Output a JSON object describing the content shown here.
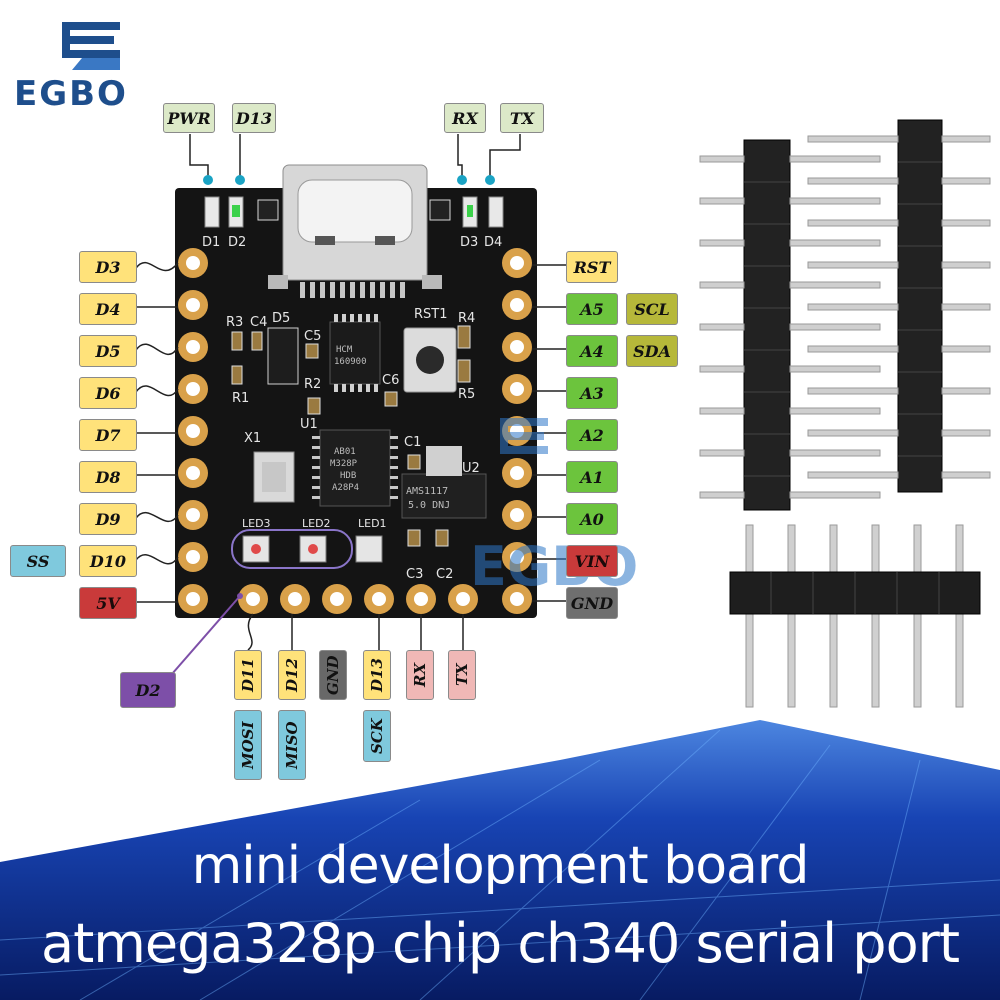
{
  "brand": {
    "logo_text": "EGBO",
    "accent": "#1e4e8c"
  },
  "board": {
    "pcb_color": "#141414",
    "pad_color": "#d9a14a",
    "silkscreen": {
      "d1": "D1",
      "d2": "D2",
      "d3": "D3",
      "d4": "D4",
      "r3": "R3",
      "c4": "C4",
      "d5": "D5",
      "c5": "C5",
      "r1": "R1",
      "r2": "R2",
      "u1": "U1",
      "c6": "C6",
      "rst1": "RST1",
      "r4": "R4",
      "r5": "R5",
      "x1": "X1",
      "c1": "C1",
      "u2": "U2",
      "led3": "LED3",
      "led2": "LED2",
      "led1": "LED1",
      "c3": "C3",
      "c2": "C2",
      "chip_line1": "AB01",
      "chip_line2": "M328P",
      "chip_line3": "HDB",
      "chip_line4": "A28P4",
      "reg_line1": "AMS1117",
      "reg_line2": "5.0 DNJ",
      "usb_chip_line1": "HCM",
      "usb_chip_line2": "160900"
    }
  },
  "top_labels": {
    "pwr": "PWR",
    "d13": "D13",
    "rx": "RX",
    "tx": "TX"
  },
  "left_pins": [
    "D3",
    "D4",
    "D5",
    "D6",
    "D7",
    "D8",
    "D9",
    "D10",
    "5V"
  ],
  "left_extra": {
    "ss": "SS"
  },
  "right_pins": [
    "RST",
    "A5",
    "A4",
    "A3",
    "A2",
    "A1",
    "A0",
    "VIN",
    "GND"
  ],
  "right_extra": {
    "scl": "SCL",
    "sda": "SDA"
  },
  "bottom_pins": [
    "D11",
    "D12",
    "GND",
    "D13",
    "RX",
    "TX"
  ],
  "bottom_extra": {
    "mosi": "MOSI",
    "miso": "MISO",
    "sck": "SCK"
  },
  "d2_label": "D2",
  "caption": {
    "line1": "mini development board",
    "line2": "atmega328p chip ch340 serial port"
  },
  "colors": {
    "digital": "#ffe27a",
    "analog": "#6cc43d",
    "i2c": "#b6b83a",
    "spi": "#7fc9dd",
    "power": "#c93a3a",
    "ground": "#6f6f6f",
    "serial": "#f0b8b6",
    "caption_bg": "#0b2a7a"
  }
}
